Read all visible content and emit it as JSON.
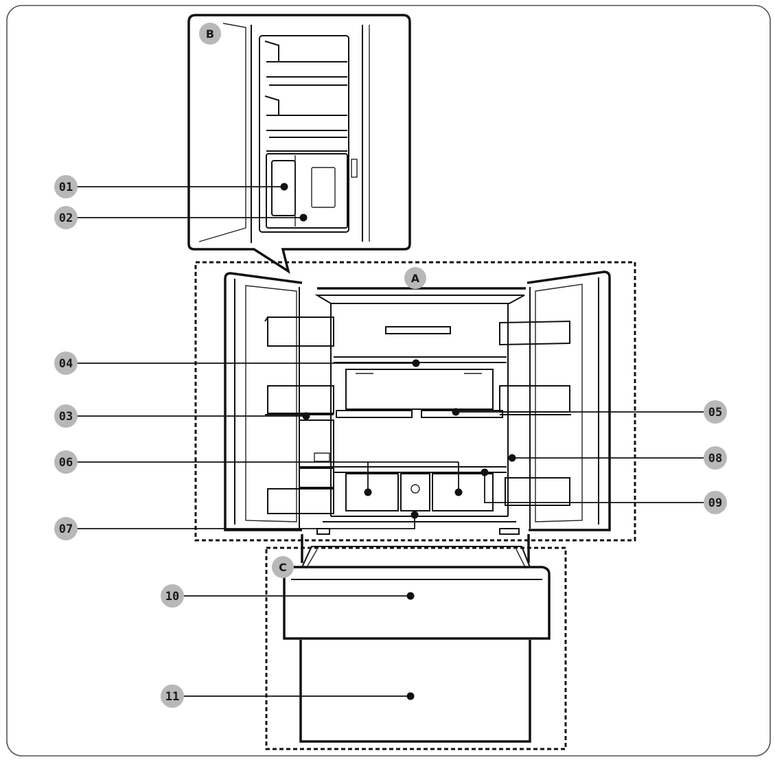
{
  "zones": {
    "a": "A",
    "b": "B",
    "c": "C"
  },
  "callouts": {
    "c01": "01",
    "c02": "02",
    "c03": "03",
    "c04": "04",
    "c05": "05",
    "c06": "06",
    "c07": "07",
    "c08": "08",
    "c09": "09",
    "c10": "10",
    "c11": "11"
  },
  "colors": {
    "line": "#111111",
    "badge": "#b8b8b8"
  }
}
